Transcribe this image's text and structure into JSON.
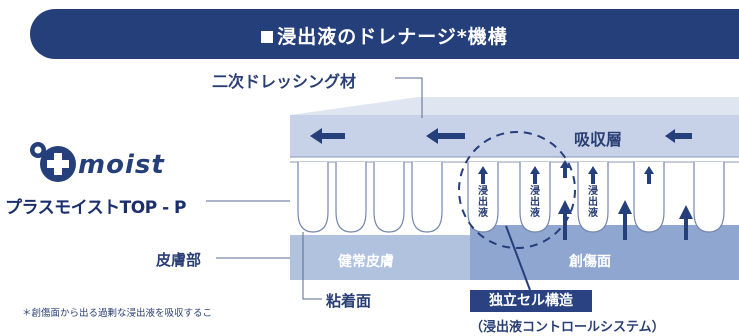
{
  "title": "浸出液のドレナージ*機構",
  "labels": {
    "secondary_dressing": "二次ドレッシング材",
    "absorption_layer": "吸収層",
    "skin": "皮膚部",
    "normal_skin": "健常皮膚",
    "wound_surface": "創傷面",
    "adhesive_surface": "粘着面",
    "exudate_1": "浸出液",
    "exudate_2": "浸出液",
    "exudate_3": "浸出液"
  },
  "logo": {
    "text": "moist",
    "icon": "plus-circle-logo-icon"
  },
  "product_name": "プラスモイストTOP - P",
  "cell_structure": {
    "title": "独立セル構造",
    "subtitle": "（浸出液コントロールシステム）"
  },
  "footnote": "＊創傷面から出る過剰な浸出液を吸収するこ",
  "colors": {
    "navy": "#253f7b",
    "light_blue": "#c7d2e8",
    "medium_blue": "#b1c2df",
    "wound_blue": "#8fa6d0",
    "arrow": "#253f7b"
  }
}
